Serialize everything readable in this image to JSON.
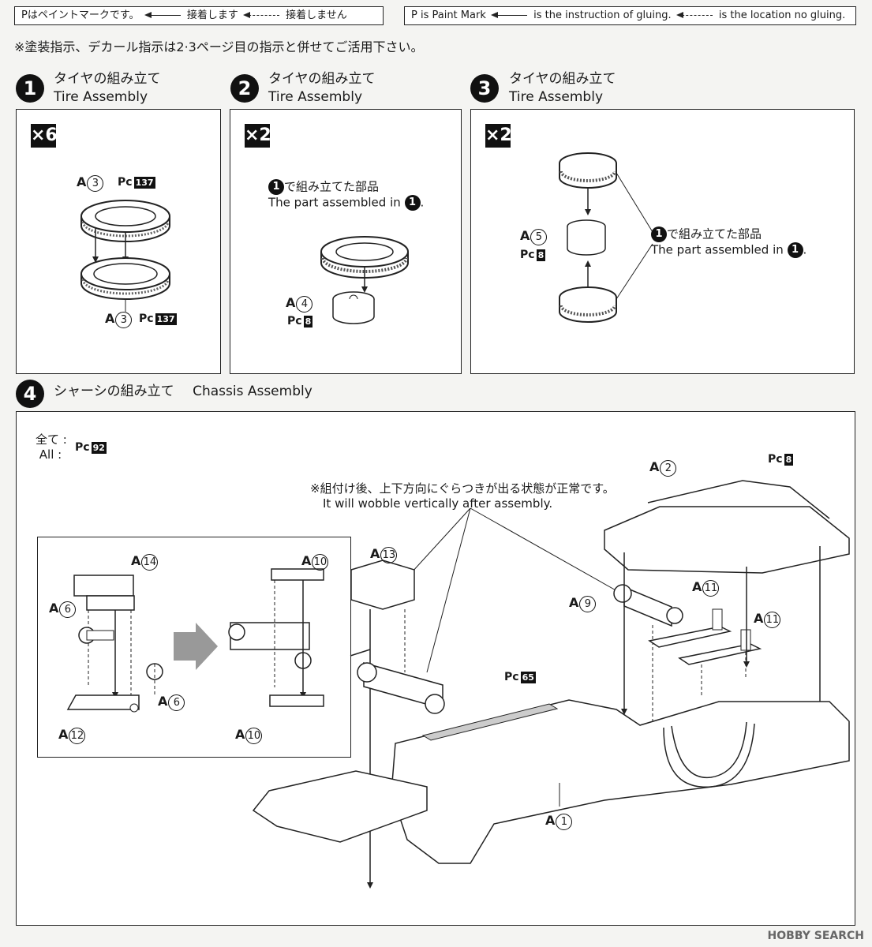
{
  "legend_jp": {
    "paint": "Pはペイントマークです。",
    "glue": "接着します",
    "noglue": "接着しません"
  },
  "legend_en": {
    "paint": "P is Paint Mark",
    "glue": "is the instruction of gluing.",
    "noglue": "is the location no gluing."
  },
  "note": "※塗装指示、デカール指示は2·3ページ目の指示と併せてご活用下さい。",
  "steps": [
    {
      "num": "1",
      "jp": "タイヤの組み立て",
      "en": "Tire Assembly",
      "mult": "×6"
    },
    {
      "num": "2",
      "jp": "タイヤの組み立て",
      "en": "Tire Assembly",
      "mult": "×2"
    },
    {
      "num": "3",
      "jp": "タイヤの組み立て",
      "en": "Tire Assembly",
      "mult": "×2"
    },
    {
      "num": "4",
      "jp": "シャーシの組み立て",
      "en": "Chassis Assembly"
    }
  ],
  "parts": {
    "a": "A",
    "n1": "1",
    "n2": "2",
    "n3": "3",
    "n4": "4",
    "n5": "5",
    "n6": "6",
    "n9": "9",
    "n10": "10",
    "n11": "11",
    "n12": "12",
    "n13": "13",
    "n14": "14"
  },
  "paint": {
    "prefix": "Pc",
    "c137": "137",
    "c8": "8",
    "c92": "92",
    "c65": "65"
  },
  "assembled_jp": "で組み立てた部品",
  "assembled_en": "The part assembled in",
  "all_jp": "全て",
  "all_en": "All",
  "wobble_jp": "※組付け後、上下方向にぐらつきが出る状態が正常です。",
  "wobble_en": "It will wobble vertically after assembly.",
  "watermark": "HOBBY SEARCH"
}
